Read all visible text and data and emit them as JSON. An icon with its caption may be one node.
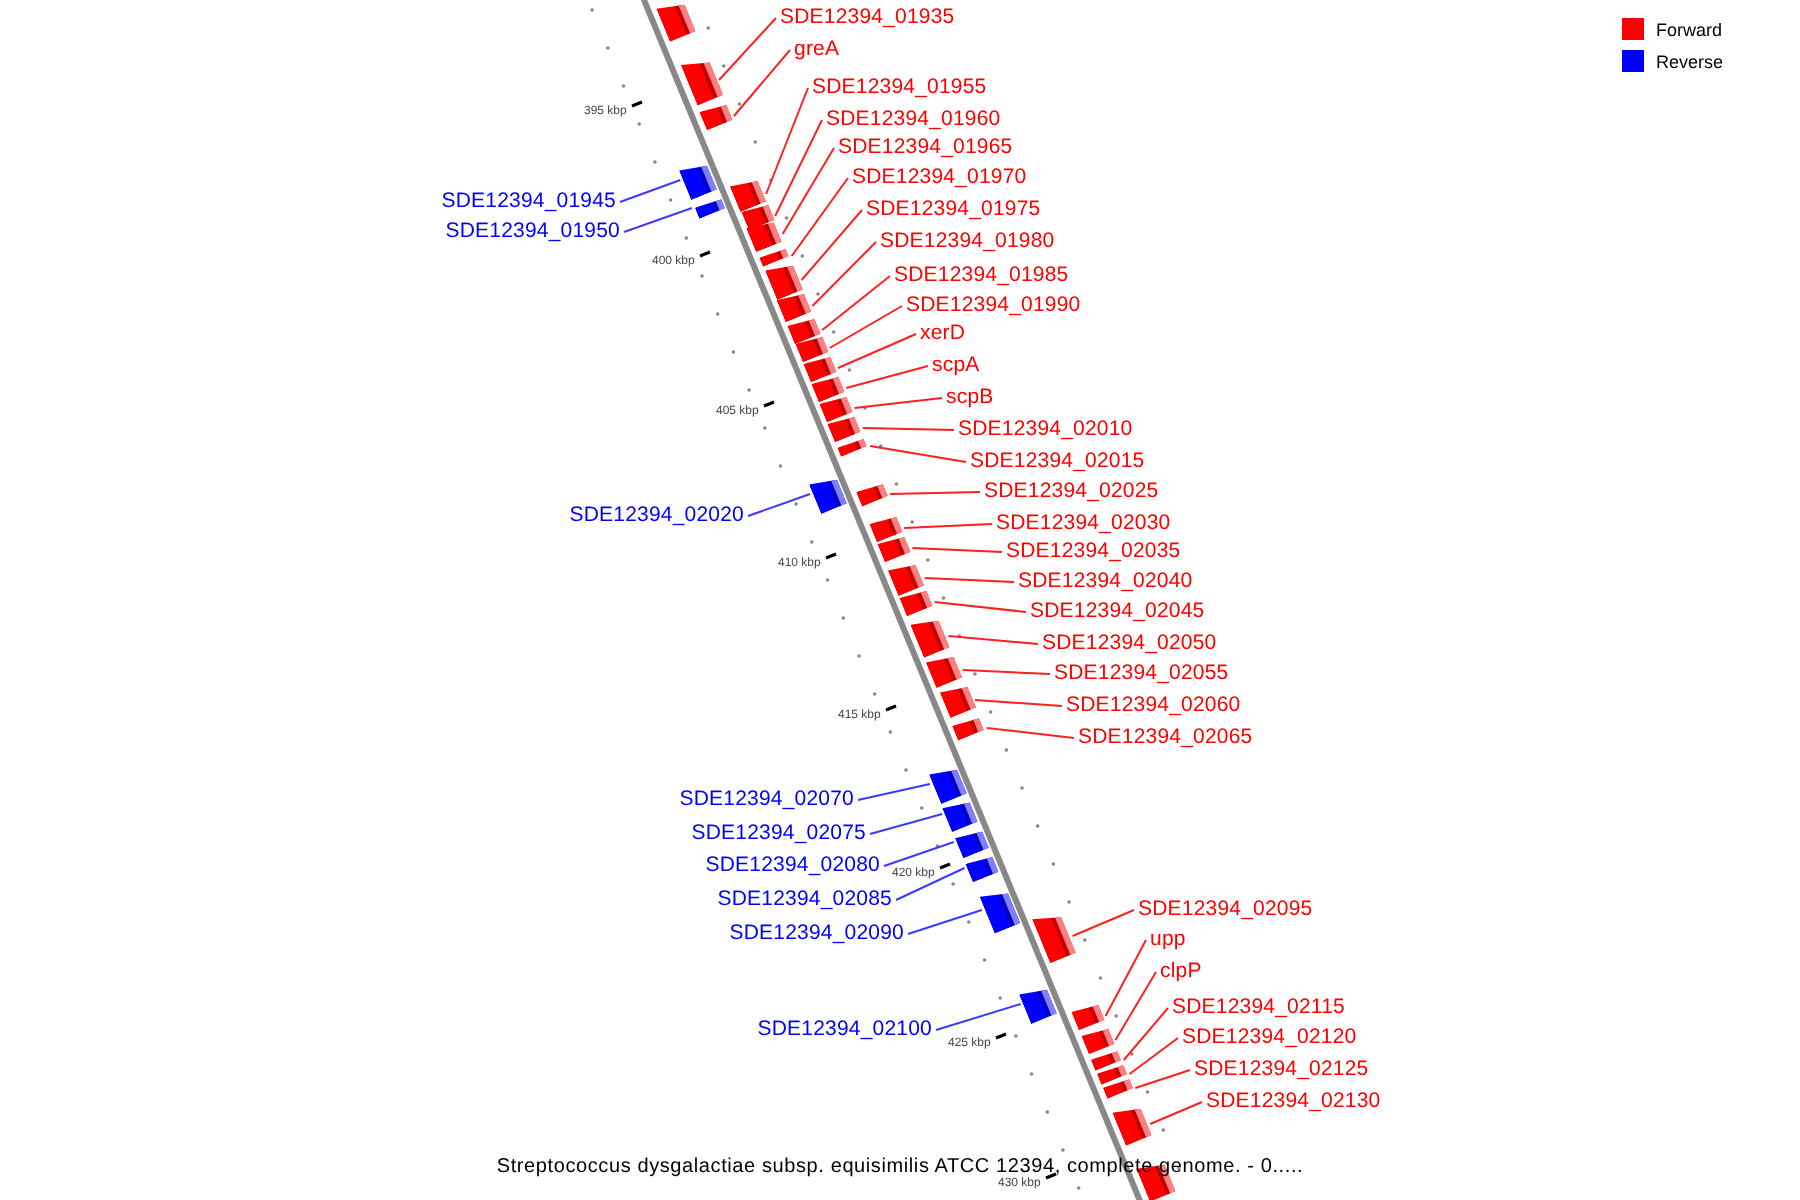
{
  "diagram": {
    "caption": "Streptococcus dysgalactiae subsp. equisimilis ATCC 12394, complete genome. - 0.....",
    "nodes": [
      {
        "text": [
          "SDE12394_01935"
        ]
      },
      {
        "text": [],
        "shape": "box"
      },
      {
        "text": [
          "greA"
        ]
      },
      {
        "text": [],
        "shape": "box"
      },
      {
        "text": [
          "SDE12394_01955"
        ]
      },
      {
        "text": [],
        "shape": "box"
      },
      {
        "text": [
          "SDE12394_01945"
        ]
      },
      {
        "text": [],
        "shape": "box"
      },
      {
        "text": [
          "SDE12394_01960"
        ]
      },
      {
        "text": [],
        "shape": "box"
      },
      {
        "text": [
          "SDE12394_01950"
        ]
      },
      {
        "text": [],
        "shape": "box"
      },
      {
        "text": [
          "SDE12394_01965"
        ]
      },
      {
        "text": [],
        "shape": "box"
      },
      {
        "text": [
          "SDE12394_01970"
        ]
      },
      {
        "text": [],
        "shape": "box"
      },
      {
        "text": [
          "SDE12394_01975"
        ]
      },
      {
        "text": [],
        "shape": "box"
      },
      {
        "text": [
          "SDE12394_01980"
        ]
      },
      {
        "text": [],
        "shape": "box"
      },
      {
        "text": [
          "SDE12394_01985"
        ]
      },
      {
        "text": [],
        "shape": "box"
      },
      {
        "text": [
          "SDE12394_01990"
        ]
      },
      {
        "text": [],
        "shape": "box"
      },
      {
        "text": [
          "xerD"
        ]
      },
      {
        "text": [],
        "shape": "box"
      },
      {
        "text": [
          "scpA"
        ]
      },
      {
        "text": [],
        "shape": "box"
      },
      {
        "text": [
          "scpB"
        ]
      },
      {
        "text": [],
        "shape": "box"
      },
      {
        "text": [
          "SDE12394_02010"
        ]
      },
      {
        "text": [],
        "shape": "box"
      },
      {
        "text": [
          "SDE12394_02015"
        ]
      },
      {
        "text": [],
        "shape": "box"
      },
      {
        "text": [
          "SDE12394_02025"
        ]
      },
      {
        "text": [],
        "shape": "box"
      },
      {
        "text": [
          "SDE12394_02020"
        ]
      },
      {
        "text": [],
        "shape": "box"
      },
      {
        "text": [
          "SDE12394_02030"
        ]
      },
      {
        "text": [],
        "shape": "box"
      },
      {
        "text": [
          "SDE12394_02035"
        ]
      },
      {
        "text": [],
        "shape": "box"
      },
      {
        "text": [
          "SDE12394_02040"
        ]
      },
      {
        "text": [],
        "shape": "box"
      },
      {
        "text": [
          "SDE12394_02045"
        ]
      },
      {
        "text": [],
        "shape": "box"
      },
      {
        "text": [
          "SDE12394_02050"
        ]
      },
      {
        "text": [],
        "shape": "box"
      },
      {
        "text": [
          "SDE12394_02055"
        ]
      },
      {
        "text": [],
        "shape": "box"
      },
      {
        "text": [
          "SDE12394_02060"
        ]
      },
      {
        "text": [],
        "shape": "box"
      },
      {
        "text": [
          "SDE12394_02065"
        ]
      },
      {
        "text": [],
        "shape": "box"
      },
      {
        "text": [
          "SDE12394_02070"
        ]
      },
      {
        "text": [],
        "shape": "box"
      },
      {
        "text": [
          "SDE12394_02075"
        ]
      },
      {
        "text": [],
        "shape": "box"
      },
      {
        "text": [
          "SDE12394_02080"
        ]
      },
      {
        "text": [],
        "shape": "box"
      },
      {
        "text": [
          "SDE12394_02085"
        ]
      },
      {
        "text": [],
        "shape": "box"
      },
      {
        "text": [
          "SDE12394_02090"
        ]
      },
      {
        "text": [],
        "shape": "box"
      },
      {
        "text": [
          "SDE12394_02095"
        ]
      },
      {
        "text": [],
        "shape": "box"
      },
      {
        "text": [
          "SDE12394_02100"
        ]
      },
      {
        "text": [],
        "shape": "box"
      },
      {
        "text": [
          "upp"
        ]
      },
      {
        "text": [],
        "shape": "box"
      },
      {
        "text": [
          "clpP"
        ]
      },
      {
        "text": [],
        "shape": "box"
      },
      {
        "text": [
          "SDE12394_02115"
        ]
      },
      {
        "text": [],
        "shape": "box"
      },
      {
        "text": [
          "SDE12394_02120"
        ]
      },
      {
        "text": [],
        "shape": "box"
      },
      {
        "text": [
          "SDE12394_02125"
        ]
      },
      {
        "text": [],
        "shape": "box"
      },
      {
        "text": [
          "SDE12394_02130"
        ]
      },
      {
        "text": [],
        "shape": "box"
      },
      {
        "text": [],
        "shape": "box"
      },
      {
        "text": [],
        "shape": "box"
      }
    ],
    "edges": [
      {
        "from": 0,
        "to": 1,
        "arrow": "none"
      },
      {
        "from": 2,
        "to": 3,
        "arrow": "none"
      },
      {
        "from": 4,
        "to": 5,
        "arrow": "none"
      },
      {
        "from": 6,
        "to": 7,
        "arrow": "none",
        "color": "#3b3bff"
      },
      {
        "from": 8,
        "to": 9,
        "arrow": "none"
      },
      {
        "from": 10,
        "to": 11,
        "arrow": "none",
        "color": "#3b3bff"
      },
      {
        "from": 12,
        "to": 13,
        "arrow": "none"
      },
      {
        "from": 14,
        "to": 15,
        "arrow": "none"
      },
      {
        "from": 16,
        "to": 17,
        "arrow": "none"
      },
      {
        "from": 18,
        "to": 19,
        "arrow": "none"
      },
      {
        "from": 20,
        "to": 21,
        "arrow": "none"
      },
      {
        "from": 22,
        "to": 23,
        "arrow": "none"
      },
      {
        "from": 24,
        "to": 25,
        "arrow": "none"
      },
      {
        "from": 26,
        "to": 27,
        "arrow": "none"
      },
      {
        "from": 28,
        "to": 29,
        "arrow": "none"
      },
      {
        "from": 30,
        "to": 31,
        "arrow": "none"
      },
      {
        "from": 32,
        "to": 33,
        "arrow": "none"
      },
      {
        "from": 34,
        "to": 35,
        "arrow": "none"
      },
      {
        "from": 36,
        "to": 37,
        "arrow": "none",
        "color": "#3b3bff"
      },
      {
        "from": 38,
        "to": 39,
        "arrow": "none"
      },
      {
        "from": 40,
        "to": 41,
        "arrow": "none"
      },
      {
        "from": 42,
        "to": 43,
        "arrow": "none"
      },
      {
        "from": 44,
        "to": 45,
        "arrow": "none"
      },
      {
        "from": 46,
        "to": 47,
        "arrow": "none"
      },
      {
        "from": 48,
        "to": 49,
        "arrow": "none"
      },
      {
        "from": 50,
        "to": 51,
        "arrow": "none"
      },
      {
        "from": 52,
        "to": 53,
        "arrow": "none"
      },
      {
        "from": 54,
        "to": 55,
        "arrow": "none",
        "color": "#3b3bff"
      },
      {
        "from": 56,
        "to": 57,
        "arrow": "none",
        "color": "#3b3bff"
      },
      {
        "from": 58,
        "to": 59,
        "arrow": "none",
        "color": "#3b3bff"
      },
      {
        "from": 60,
        "to": 61,
        "arrow": "none",
        "color": "#3b3bff"
      },
      {
        "from": 62,
        "to": 63,
        "arrow": "none",
        "color": "#3b3bff"
      },
      {
        "from": 64,
        "to": 65,
        "arrow": "none"
      },
      {
        "from": 66,
        "to": 67,
        "arrow": "none",
        "color": "#3b3bff"
      },
      {
        "from": 68,
        "to": 69,
        "arrow": "none"
      },
      {
        "from": 70,
        "to": 71,
        "arrow": "none"
      },
      {
        "from": 72,
        "to": 73,
        "arrow": "none"
      },
      {
        "from": 74,
        "to": 75,
        "arrow": "none"
      },
      {
        "from": 76,
        "to": 77,
        "arrow": "none"
      },
      {
        "from": 78,
        "to": 79,
        "arrow": "none"
      }
    ],
    "labels": [
      "395 kbp",
      "400 kbp",
      "405 kbp",
      "410 kbp",
      "415 kbp",
      "420 kbp",
      "425 kbp",
      "430 kbp"
    ],
    "legend": [
      {
        "text": "Forward",
        "color": "#ff0000"
      },
      {
        "text": "Reverse",
        "color": "#0000ff"
      }
    ]
  }
}
